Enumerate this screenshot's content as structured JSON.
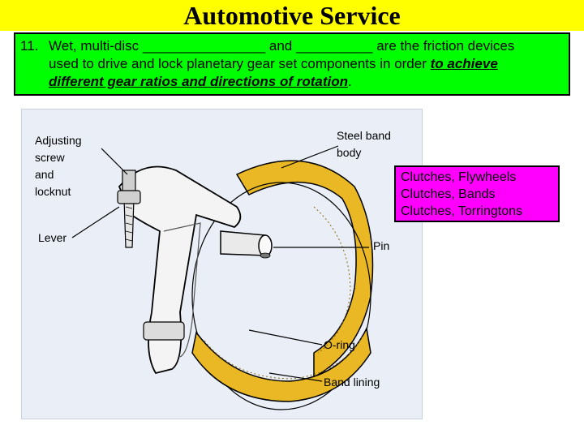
{
  "header": {
    "title": "Automotive Service"
  },
  "question": {
    "number": "11.",
    "line1": "Wet, multi-disc ________________ and __________ are the friction devices",
    "line2": "used to drive and lock planetary gear set components in order",
    "line2_emphasis": "to achieve",
    "line3_emphasis": "different gear ratios and directions of rotation",
    "line3_tail": "."
  },
  "figure": {
    "labels": {
      "adjusting_1": "Adjusting",
      "adjusting_2": "screw",
      "adjusting_3": "and",
      "adjusting_4": "locknut",
      "lever": "Lever",
      "steel_band_1": "Steel band",
      "steel_band_2": "body",
      "pin": "Pin",
      "o_ring": "O-ring",
      "band_lining": "Band lining"
    }
  },
  "answers": [
    "Clutches, Flywheels",
    "Clutches, Bands",
    "Clutches, Torringtons"
  ],
  "colors": {
    "title_bar": "#ffff00",
    "question_box": "#00ff00",
    "answers_box": "#ff00ff",
    "band": "#e9b824",
    "figure_bg": "#e9eef7"
  }
}
